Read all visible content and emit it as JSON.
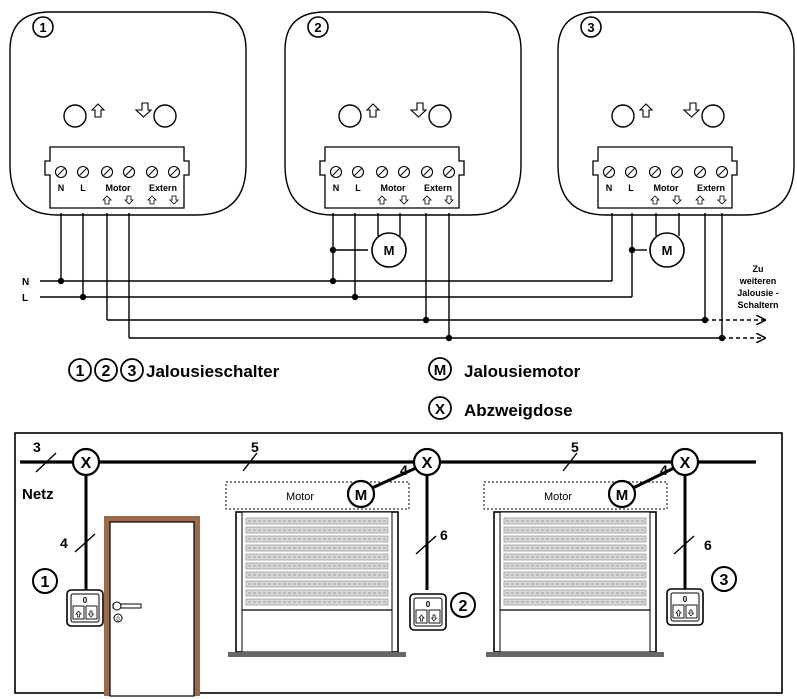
{
  "switches": [
    {
      "number": "1"
    },
    {
      "number": "2"
    },
    {
      "number": "3"
    }
  ],
  "terminal_labels": {
    "n": "N",
    "l": "L",
    "motor": "Motor",
    "extern": "Extern"
  },
  "motor_symbol": "M",
  "junction_symbol": "X",
  "wiring": {
    "n_label": "N",
    "l_label": "L",
    "continuation_note": [
      "Zu",
      "weiteren",
      "Jalousie -",
      "Schaltern"
    ]
  },
  "legend": {
    "switch_numbers": [
      "1",
      "2",
      "3"
    ],
    "switch_label": "Jalousieschalter",
    "motor_label": "Jalousiemotor",
    "junction_label": "Abzweigdose"
  },
  "installation": {
    "netz_label": "Netz",
    "motor_box_label": "Motor",
    "cable_numbers": {
      "mains": "3",
      "bus_left": "5",
      "bus_right": "5",
      "switch1_drop": "4",
      "motor1_link": "4",
      "motor2_link": "4",
      "switch2_drop": "6",
      "switch3_drop": "6"
    },
    "switch_key_label": "0",
    "door_key_label": "0"
  },
  "colors": {
    "line": "#000000",
    "door_frame": "#9b6a4a",
    "shutter_slat": "#9a9a9a",
    "shutter_bg": "#d9d9d9",
    "floor": "#666666"
  }
}
